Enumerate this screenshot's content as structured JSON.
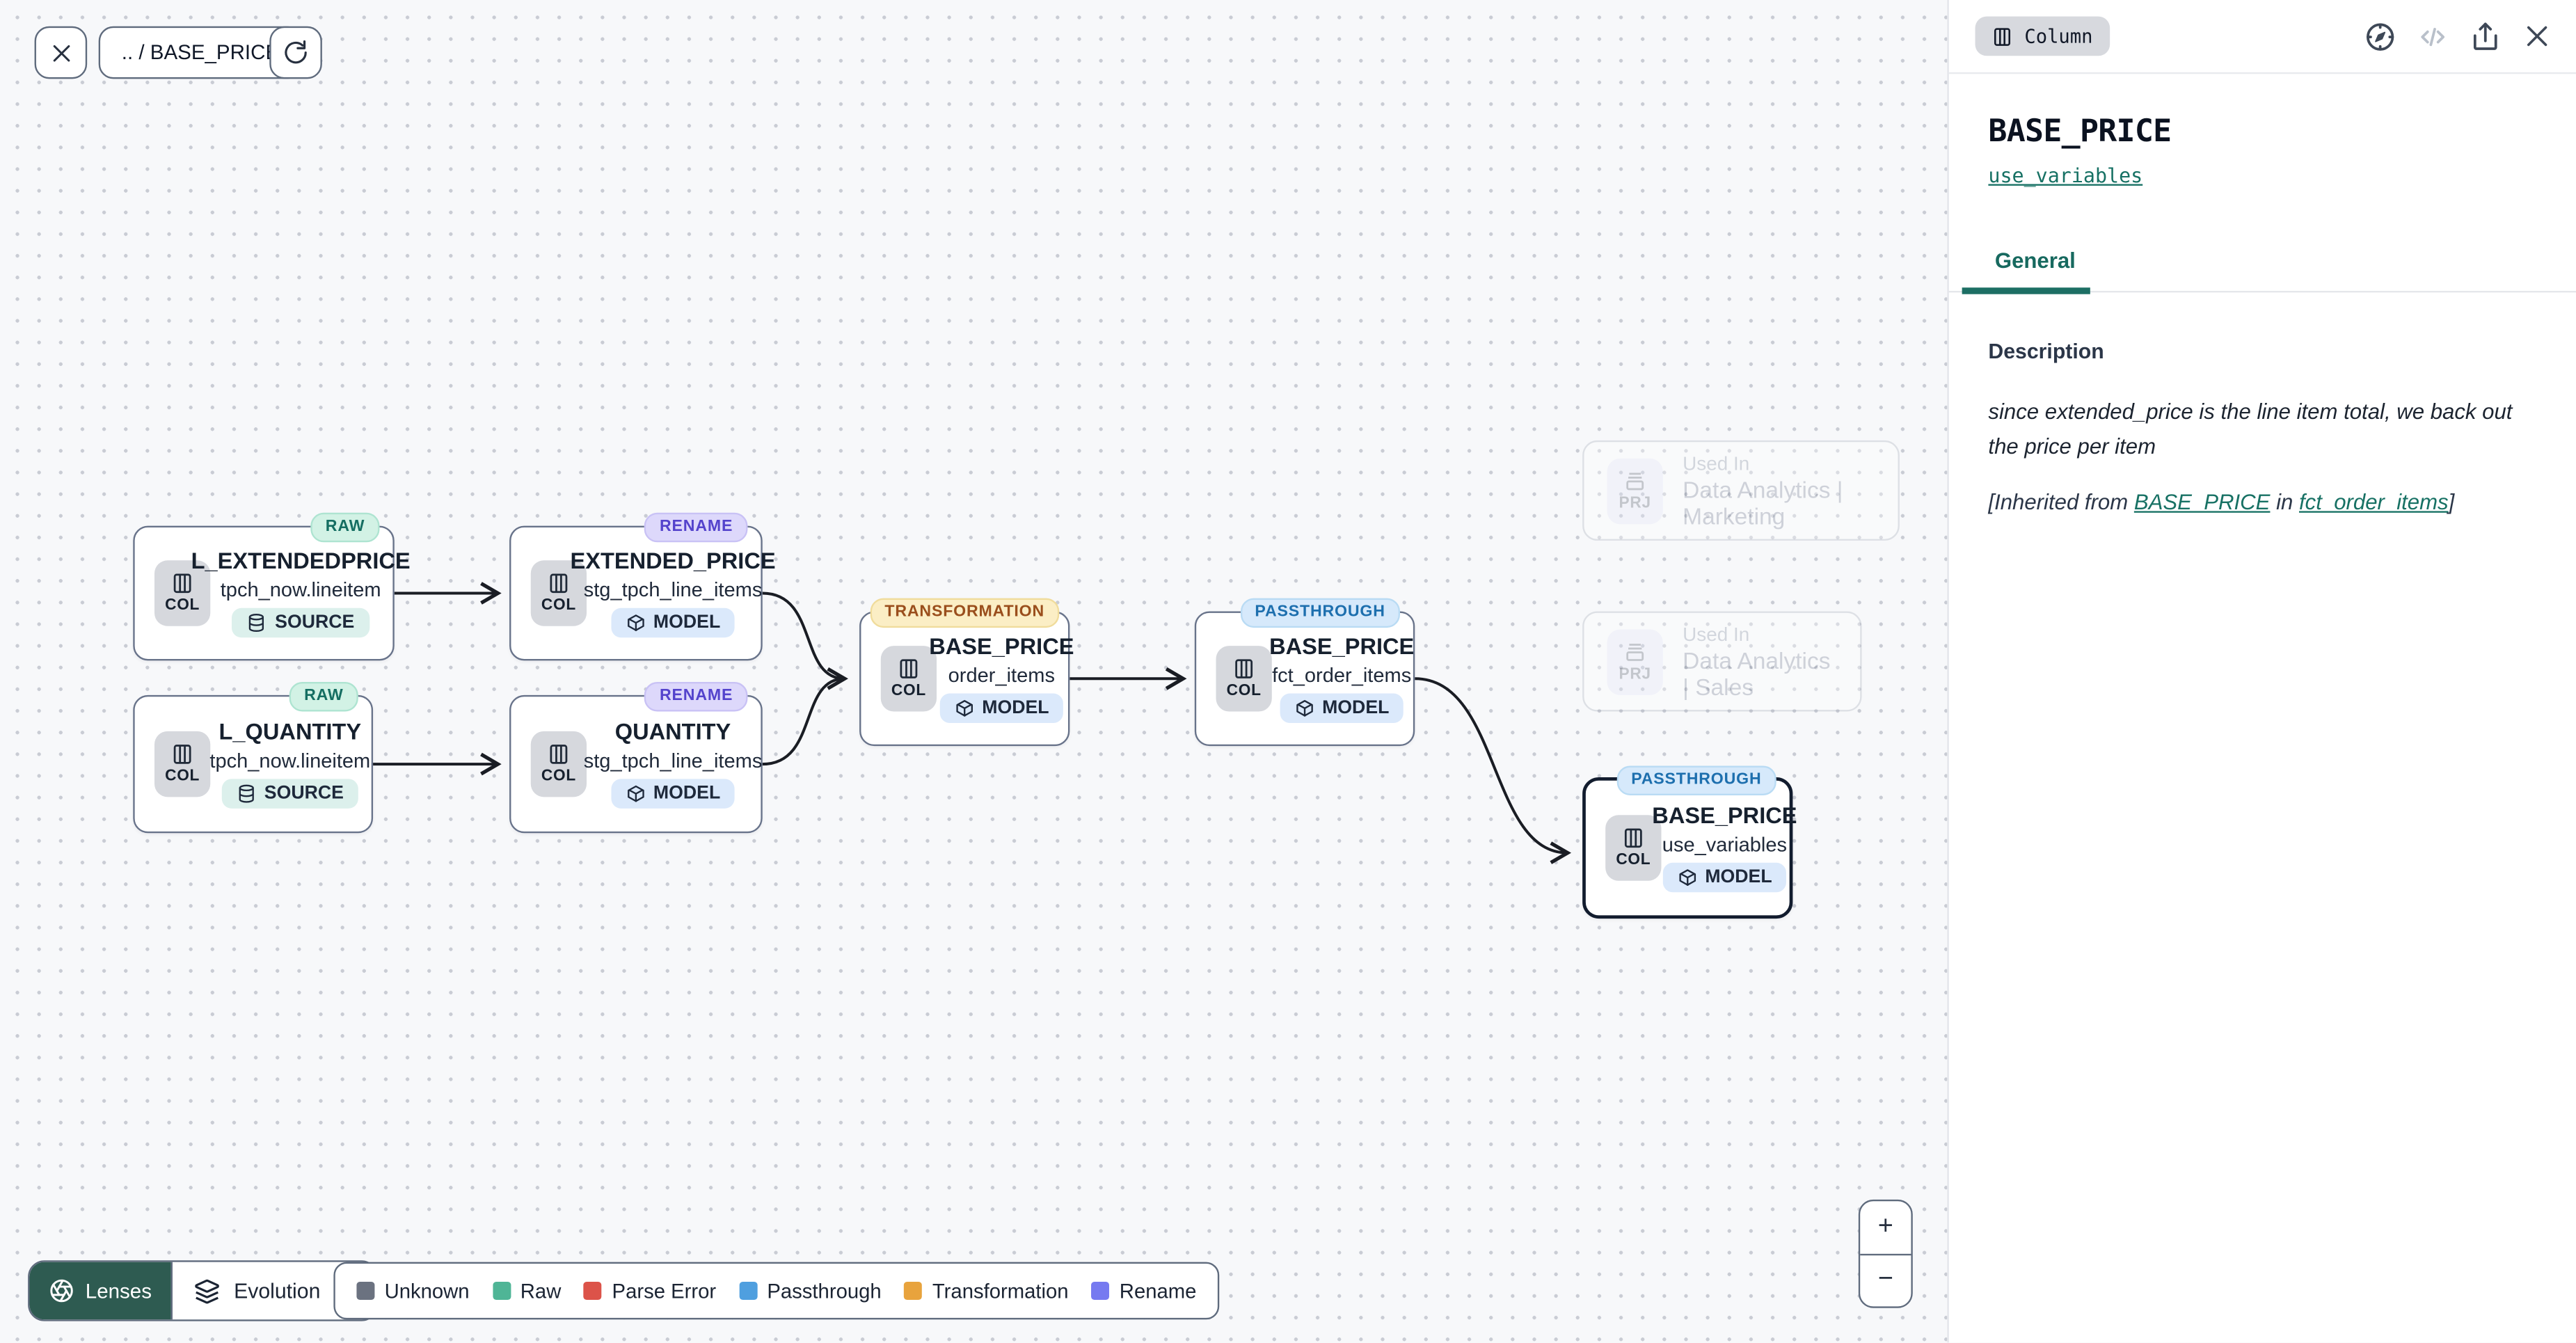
{
  "toolbar": {
    "breadcrumb": ".. / BASE_PRICE"
  },
  "canvas": {
    "nodes": [
      {
        "badge": "RAW",
        "type_label": "COL",
        "title": "L_EXTENDEDPRICE",
        "subtitle": "tpch_now.lineitem",
        "pill": "SOURCE"
      },
      {
        "badge": "RENAME",
        "type_label": "COL",
        "title": "EXTENDED_PRICE",
        "subtitle": "stg_tpch_line_items",
        "pill": "MODEL"
      },
      {
        "badge": "RAW",
        "type_label": "COL",
        "title": "L_QUANTITY",
        "subtitle": "tpch_now.lineitem",
        "pill": "SOURCE"
      },
      {
        "badge": "RENAME",
        "type_label": "COL",
        "title": "QUANTITY",
        "subtitle": "stg_tpch_line_items",
        "pill": "MODEL"
      },
      {
        "badge": "TRANSFORMATION",
        "type_label": "COL",
        "title": "BASE_PRICE",
        "subtitle": "order_items",
        "pill": "MODEL"
      },
      {
        "badge": "PASSTHROUGH",
        "type_label": "COL",
        "title": "BASE_PRICE",
        "subtitle": "fct_order_items",
        "pill": "MODEL"
      },
      {
        "badge": "PASSTHROUGH",
        "type_label": "COL",
        "title": "BASE_PRICE",
        "subtitle": "use_variables",
        "pill": "MODEL"
      }
    ],
    "ghost_nodes": [
      {
        "type_label": "PRJ",
        "used_in_label": "Used In",
        "title": "Data Analytics | Marketing"
      },
      {
        "type_label": "PRJ",
        "used_in_label": "Used In",
        "title": "Data Analytics | Sales"
      }
    ]
  },
  "lenses": {
    "button_label": "Lenses",
    "selected_lens": "Evolution"
  },
  "legend": {
    "items": [
      {
        "label": "Unknown",
        "color": "#6b7280"
      },
      {
        "label": "Raw",
        "color": "#4fb596"
      },
      {
        "label": "Parse Error",
        "color": "#dc5349"
      },
      {
        "label": "Passthrough",
        "color": "#4f9fdf"
      },
      {
        "label": "Transformation",
        "color": "#e8a33d"
      },
      {
        "label": "Rename",
        "color": "#767af0"
      }
    ]
  },
  "zoom_controls": {
    "zoom_in": "+",
    "zoom_out": "−"
  },
  "panel": {
    "type_badge": "Column",
    "title": "BASE_PRICE",
    "model_link": "use_variables",
    "tabs": [
      {
        "label": "General"
      }
    ],
    "description_label": "Description",
    "description": "since extended_price is the line item total, we back out the price per item",
    "inherited_prefix": "[Inherited from ",
    "inherited_link_column": "BASE_PRICE",
    "inherited_mid": " in ",
    "inherited_link_model": "fct_order_items",
    "inherited_suffix": "]",
    "accent_color": "#1d6f64"
  }
}
